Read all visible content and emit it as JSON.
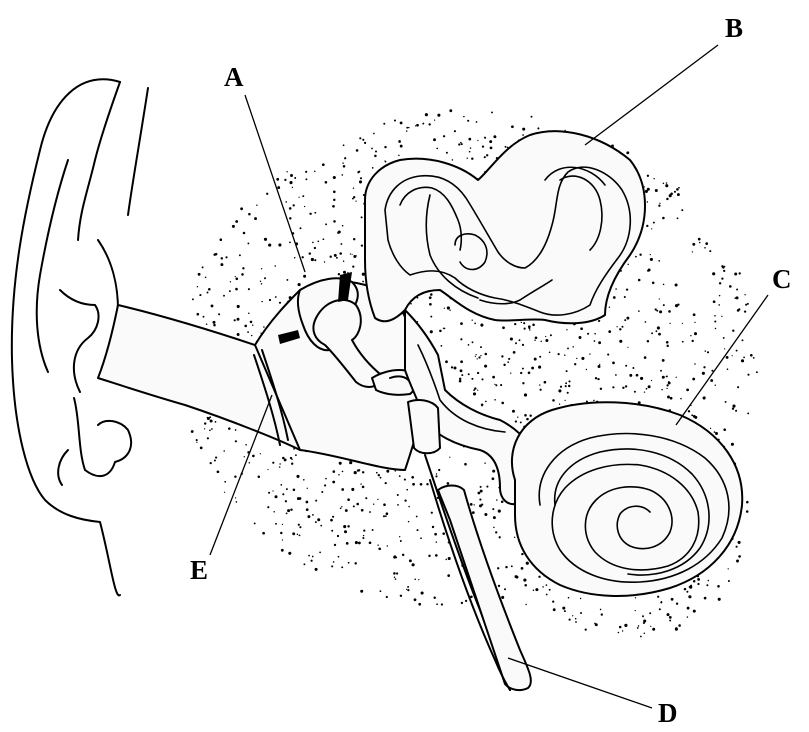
{
  "labels": {
    "a": "A",
    "b": "B",
    "c": "C",
    "d": "D",
    "e": "E"
  },
  "colors": {
    "ink": "#000000",
    "background": "#ffffff",
    "tissue_fill": "#fafafa"
  }
}
